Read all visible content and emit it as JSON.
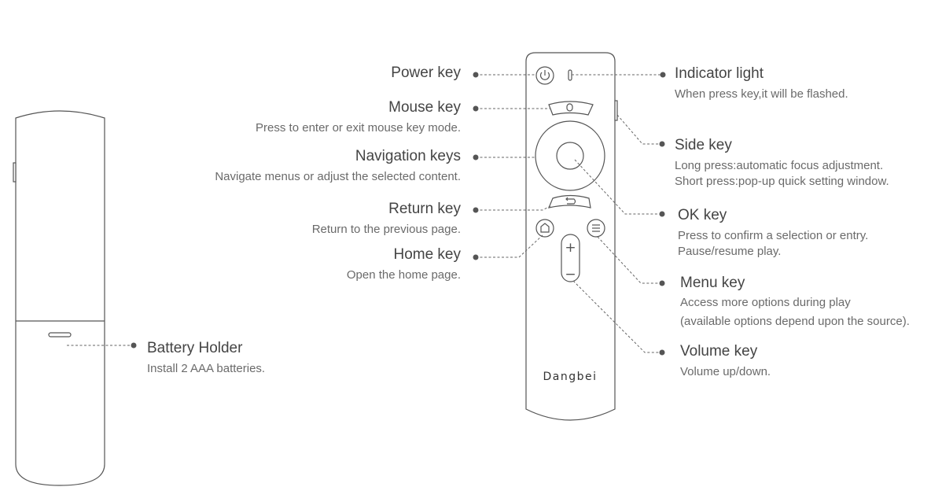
{
  "brand": "Dangbei",
  "callouts": {
    "power": {
      "title": "Power key"
    },
    "mouse": {
      "title": "Mouse key",
      "desc": "Press to enter or exit mouse key mode."
    },
    "navigation": {
      "title": "Navigation keys",
      "desc": "Navigate menus or adjust the selected content."
    },
    "return": {
      "title": "Return key",
      "desc": "Return to the previous page."
    },
    "home": {
      "title": "Home key",
      "desc": "Open the home page."
    },
    "indicator": {
      "title": "Indicator light",
      "desc": "When press key,it will be flashed."
    },
    "side": {
      "title": "Side key",
      "desc1": "Long press:automatic focus adjustment.",
      "desc2": "Short press:pop-up quick setting window."
    },
    "ok": {
      "title": "OK key",
      "desc1": "Press to confirm a selection or entry.",
      "desc2": "Pause/resume play."
    },
    "menu": {
      "title": "Menu key",
      "desc1": "Access more options during play",
      "desc2": "(available options depend upon the source)."
    },
    "volume": {
      "title": "Volume key",
      "desc": "Volume up/down."
    },
    "battery": {
      "title": "Battery Holder",
      "desc": "Install 2 AAA batteries."
    }
  },
  "volume_symbols": {
    "plus": "+",
    "minus": "−"
  },
  "colors": {
    "outline": "#555555",
    "leader": "#666666",
    "text": "#444444",
    "desc": "#6a6a6a"
  }
}
